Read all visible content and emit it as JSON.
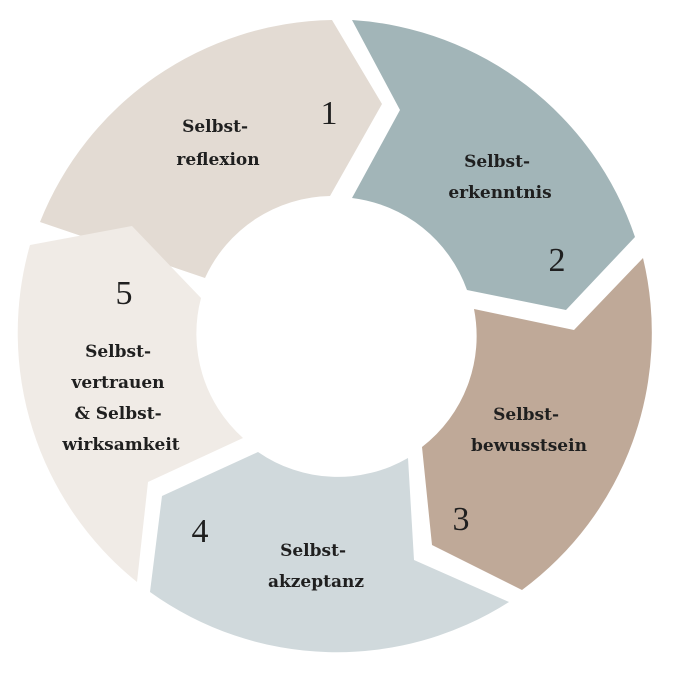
{
  "segments": [
    {
      "number": "1",
      "lines": [
        "Selbst-",
        "reflexion"
      ],
      "color": "#e3dbd3"
    },
    {
      "number": "2",
      "lines": [
        "Selbst-",
        "erkenntnis"
      ],
      "color": "#a2b5b8"
    },
    {
      "number": "3",
      "lines": [
        "Selbst-",
        "bewusstsein"
      ],
      "color": "#bfa998"
    },
    {
      "number": "4",
      "lines": [
        "Selbst-",
        "akzeptanz"
      ],
      "color": "#d0d9dc"
    },
    {
      "number": "5",
      "lines": [
        "Selbst-",
        "vertrauen",
        "& Selbst-",
        "wirksamkeit"
      ],
      "color": "#f0ebe6"
    }
  ]
}
